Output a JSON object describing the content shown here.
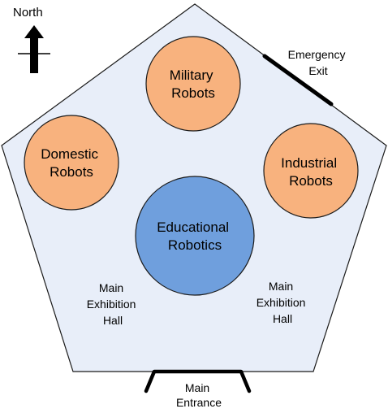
{
  "compass": {
    "label": "North",
    "icon": "north-arrow-icon"
  },
  "building": {
    "fill": "#E8EEF9",
    "stroke": "#1A1A1A"
  },
  "exhibits": [
    {
      "id": "military",
      "lines": [
        "Military",
        "Robots"
      ],
      "fill": "#F8B27E"
    },
    {
      "id": "domestic",
      "lines": [
        "Domestic",
        "Robots"
      ],
      "fill": "#F8B27E"
    },
    {
      "id": "industrial",
      "lines": [
        "Industrial",
        "Robots"
      ],
      "fill": "#F8B27E"
    },
    {
      "id": "educational",
      "lines": [
        "Educational",
        "Robotics"
      ],
      "fill": "#6F9FDD"
    }
  ],
  "halls": [
    {
      "id": "left",
      "lines": [
        "Main",
        "Exhibition",
        "Hall"
      ]
    },
    {
      "id": "right",
      "lines": [
        "Main",
        "Exhibition",
        "Hall"
      ]
    }
  ],
  "emergency_exit": {
    "lines": [
      "Emergency",
      "Exit"
    ]
  },
  "main_entrance": {
    "lines": [
      "Main",
      "Entrance"
    ]
  },
  "colors": {
    "circle_stroke": "#1A1A1A",
    "door": "#000000"
  }
}
